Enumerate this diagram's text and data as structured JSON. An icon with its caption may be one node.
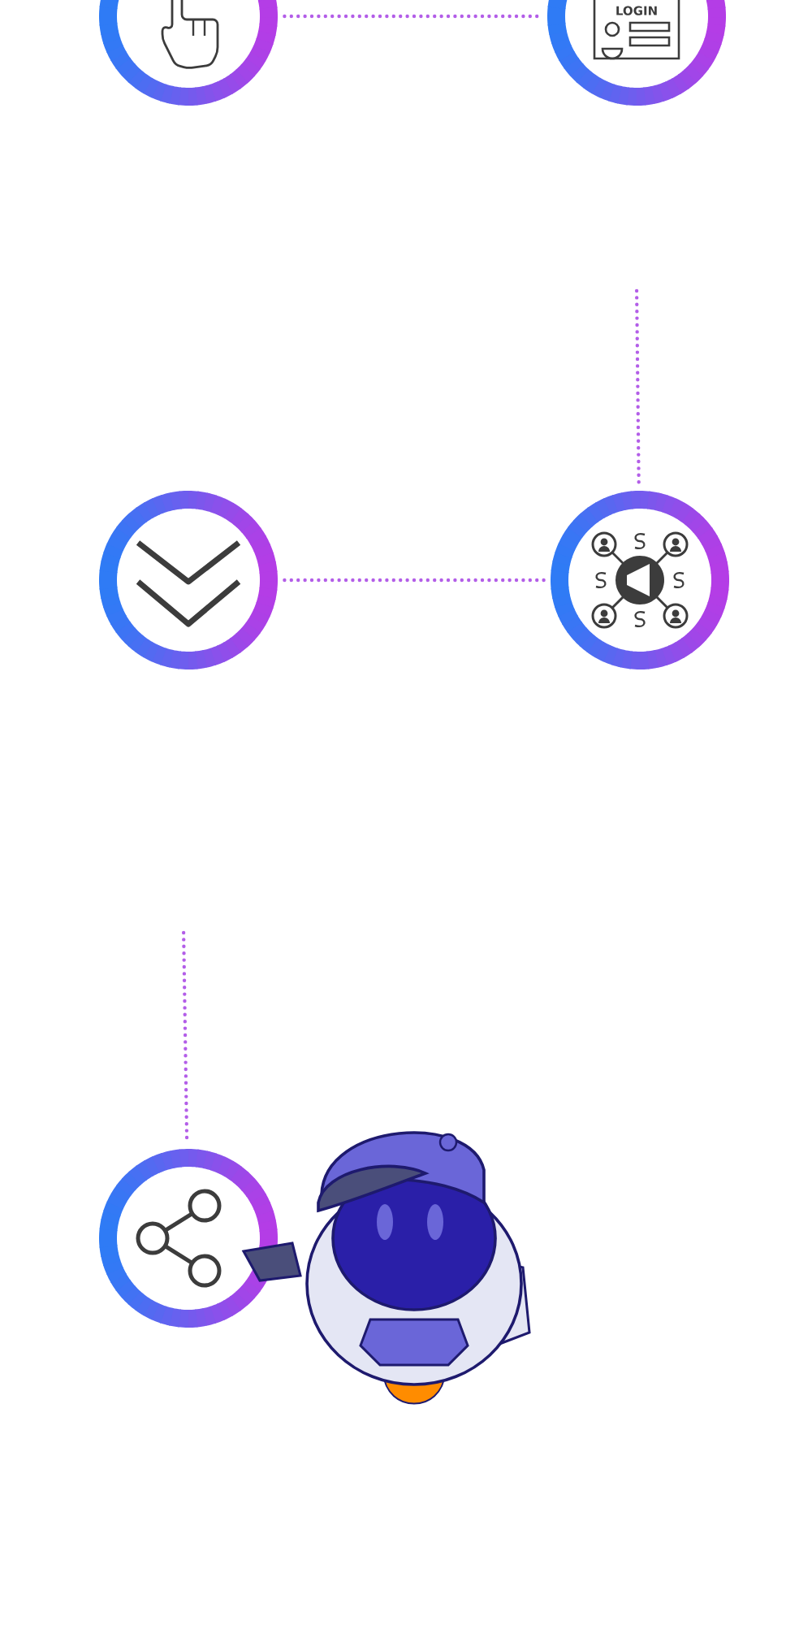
{
  "diagram": {
    "nodes": [
      {
        "text": [],
        "shape": "circle"
      },
      {
        "text": [
          "LOGIN"
        ]
      },
      {
        "text": [],
        "shape": "circle"
      },
      {
        "text": [],
        "shape": "circle"
      },
      {
        "text": [],
        "shape": "circle"
      }
    ],
    "edges": [
      {
        "from": 0,
        "to": 1,
        "arrow": "none"
      },
      {
        "from": null,
        "to": 3,
        "arrow": "none"
      },
      {
        "from": 3,
        "to": 2,
        "arrow": "none"
      },
      {
        "from": null,
        "to": 4,
        "arrow": "none"
      }
    ]
  }
}
